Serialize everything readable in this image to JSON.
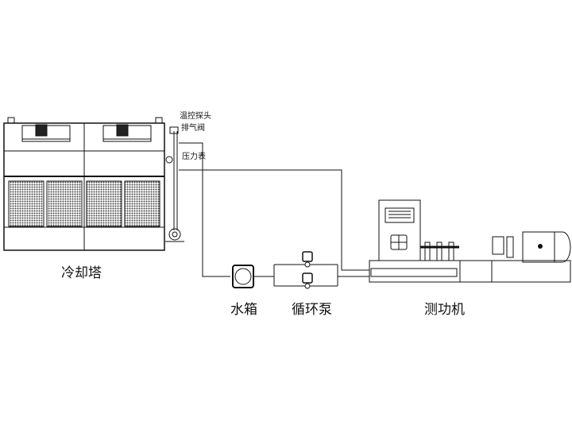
{
  "labels": {
    "cooling_tower": "冷却塔",
    "water_tank": "水箱",
    "circulation_pump": "循环泵",
    "dynamometer": "测功机",
    "temp_probe": "温控探头",
    "exhaust_valve": "排气阀",
    "pressure_gauge": "压力表"
  },
  "colors": {
    "line": "#111111",
    "mesh": "#555555"
  }
}
